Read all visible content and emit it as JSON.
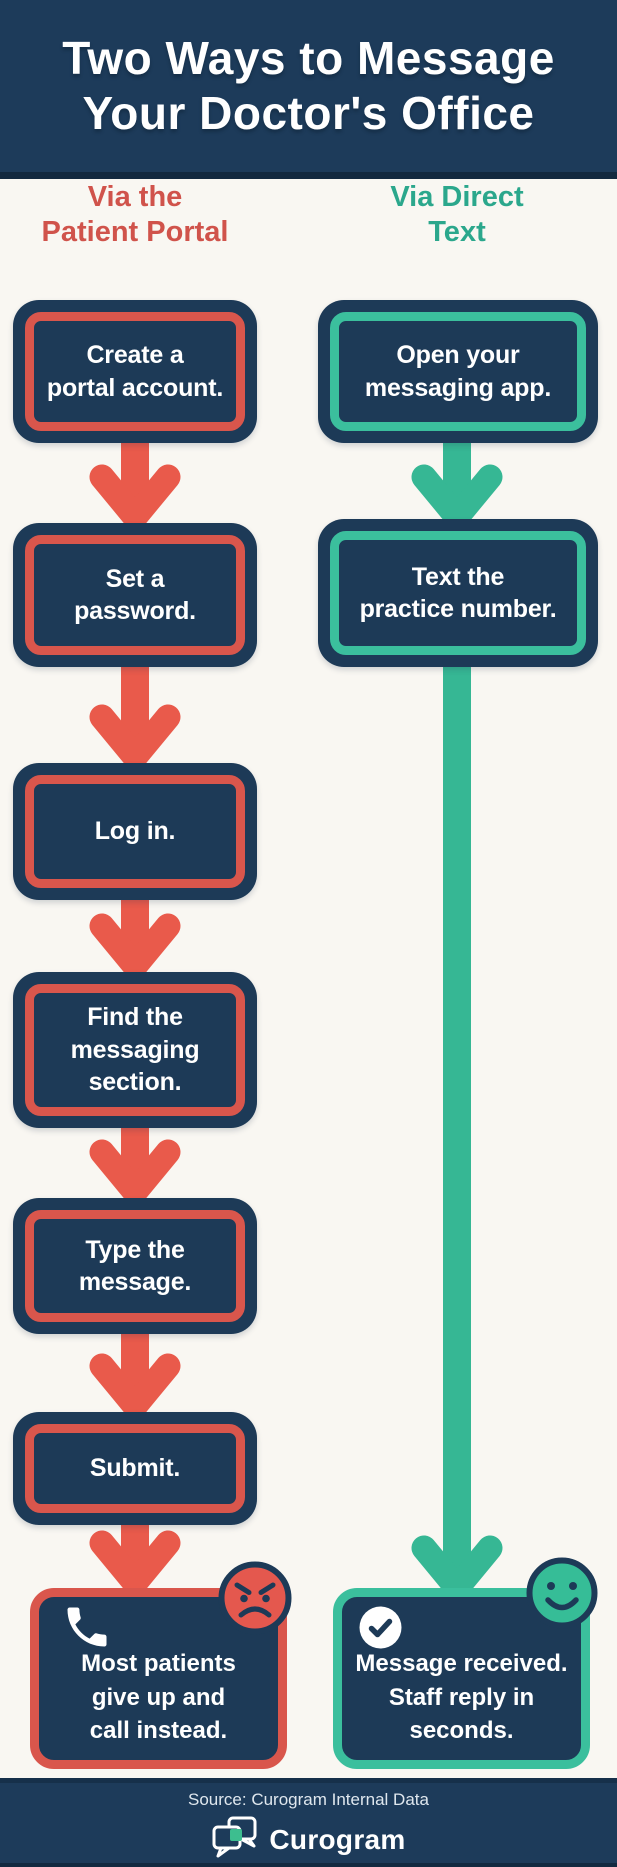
{
  "title": "Two Ways to Message\nYour Doctor's Office",
  "columns": {
    "portal": {
      "heading": "Via the\nPatient Portal",
      "steps": [
        "Create a\nportal account.",
        "Set a\npassword.",
        "Log in.",
        "Find the\nmessaging\nsection.",
        "Type the\nmessage.",
        "Submit."
      ],
      "outcome": "Most patients\ngive up and\ncall instead.",
      "outcome_icons": [
        "phone-icon",
        "angry-face-icon"
      ]
    },
    "direct": {
      "heading": "Via Direct\nText",
      "steps": [
        "Open your\nmessaging app.",
        "Text the\npractice number."
      ],
      "outcome": "Message received.\nStaff reply in\nseconds.",
      "outcome_icons": [
        "check-circle-icon",
        "smiley-face-icon"
      ]
    }
  },
  "footer": {
    "source": "Source: Curogram Internal Data",
    "brand": "Curogram"
  },
  "colors": {
    "navy": "#1d3a57",
    "header_navy": "#1d3b5a",
    "background": "#f9f7f2",
    "portal_heading": "#d0534b",
    "portal_border": "#d9564c",
    "portal_arrow": "#e95a4b",
    "angry_face_fill": "#e4584e",
    "direct_heading": "#2ba78c",
    "direct_border": "#3bbf9d",
    "direct_arrow": "#36b794",
    "smiley_face_fill": "#36bd97",
    "logo_green": "#3dbe8f"
  }
}
